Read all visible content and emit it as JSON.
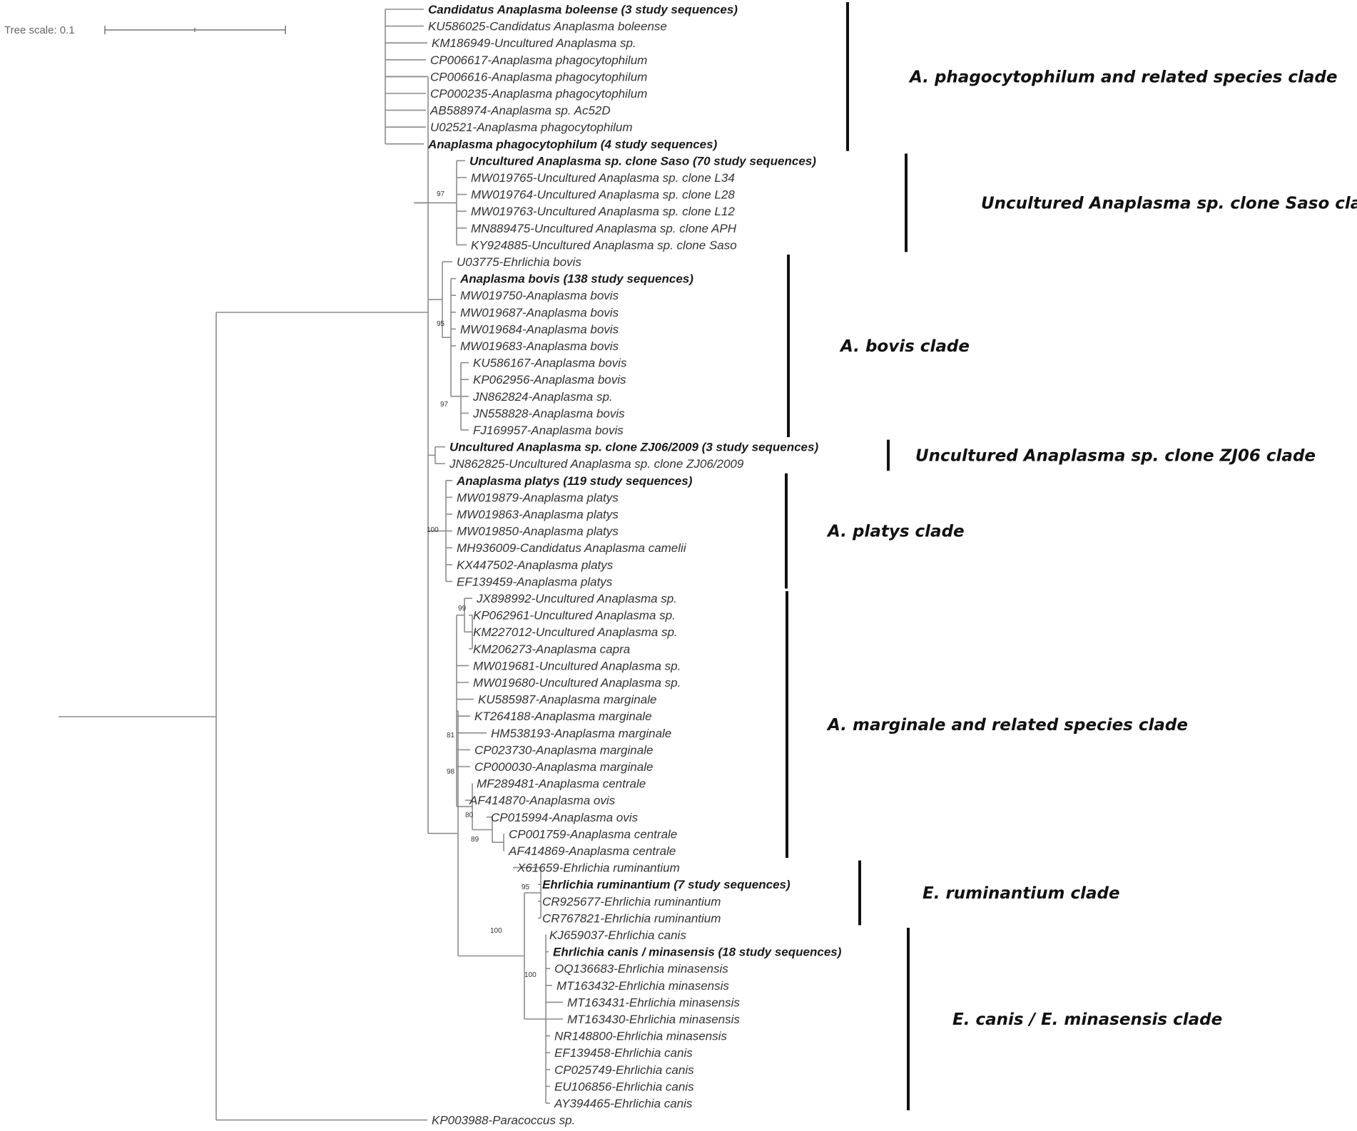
{
  "scale": {
    "label": "Tree scale: 0.1"
  },
  "leaves": [
    {
      "text": "Candidatus Anaplasma boleense (3 study sequences)",
      "bold": true
    },
    {
      "text": "KU586025-Candidatus Anaplasma boleense",
      "bold": false
    },
    {
      "text": "KM186949-Uncultured Anaplasma sp.",
      "bold": false
    },
    {
      "text": "CP006617-Anaplasma phagocytophilum",
      "bold": false
    },
    {
      "text": "CP006616-Anaplasma phagocytophilum",
      "bold": false
    },
    {
      "text": "CP000235-Anaplasma phagocytophilum",
      "bold": false
    },
    {
      "text": "AB588974-Anaplasma sp. Ac52D",
      "bold": false
    },
    {
      "text": "U02521-Anaplasma phagocytophilum",
      "bold": false
    },
    {
      "text": "Anaplasma phagocytophilum (4 study sequences)",
      "bold": true
    },
    {
      "text": "Uncultured Anaplasma sp. clone Saso (70 study sequences)",
      "bold": true
    },
    {
      "text": "MW019765-Uncultured Anaplasma sp. clone L34",
      "bold": false
    },
    {
      "text": "MW019764-Uncultured Anaplasma sp. clone L28",
      "bold": false
    },
    {
      "text": "MW019763-Uncultured Anaplasma sp. clone L12",
      "bold": false
    },
    {
      "text": "MN889475-Uncultured Anaplasma sp. clone APH",
      "bold": false
    },
    {
      "text": "KY924885-Uncultured Anaplasma sp. clone Saso",
      "bold": false
    },
    {
      "text": "U03775-Ehrlichia bovis",
      "bold": false
    },
    {
      "text": "Anaplasma bovis (138 study sequences)",
      "bold": true
    },
    {
      "text": "MW019750-Anaplasma bovis",
      "bold": false
    },
    {
      "text": "MW019687-Anaplasma bovis",
      "bold": false
    },
    {
      "text": "MW019684-Anaplasma bovis",
      "bold": false
    },
    {
      "text": "MW019683-Anaplasma bovis",
      "bold": false
    },
    {
      "text": "KU586167-Anaplasma bovis",
      "bold": false
    },
    {
      "text": "KP062956-Anaplasma bovis",
      "bold": false
    },
    {
      "text": "JN862824-Anaplasma sp.",
      "bold": false
    },
    {
      "text": "JN558828-Anaplasma bovis",
      "bold": false
    },
    {
      "text": "FJ169957-Anaplasma bovis",
      "bold": false
    },
    {
      "text": "Uncultured Anaplasma sp. clone ZJ06/2009 (3 study sequences)",
      "bold": true
    },
    {
      "text": "JN862825-Uncultured Anaplasma sp. clone ZJ06/2009",
      "bold": false
    },
    {
      "text": "Anaplasma platys (119 study sequences)",
      "bold": true
    },
    {
      "text": "MW019879-Anaplasma platys",
      "bold": false
    },
    {
      "text": "MW019863-Anaplasma platys",
      "bold": false
    },
    {
      "text": "MW019850-Anaplasma platys",
      "bold": false
    },
    {
      "text": "MH936009-Candidatus Anaplasma camelii",
      "bold": false
    },
    {
      "text": "KX447502-Anaplasma platys",
      "bold": false
    },
    {
      "text": "EF139459-Anaplasma platys",
      "bold": false
    },
    {
      "text": "JX898992-Uncultured Anaplasma sp.",
      "bold": false
    },
    {
      "text": "KP062961-Uncultured Anaplasma sp.",
      "bold": false
    },
    {
      "text": "KM227012-Uncultured Anaplasma sp.",
      "bold": false
    },
    {
      "text": "KM206273-Anaplasma capra",
      "bold": false
    },
    {
      "text": "MW019681-Uncultured Anaplasma sp.",
      "bold": false
    },
    {
      "text": "MW019680-Uncultured Anaplasma sp.",
      "bold": false
    },
    {
      "text": "KU585987-Anaplasma marginale",
      "bold": false
    },
    {
      "text": "KT264188-Anaplasma marginale",
      "bold": false
    },
    {
      "text": "HM538193-Anaplasma marginale",
      "bold": false
    },
    {
      "text": "CP023730-Anaplasma marginale",
      "bold": false
    },
    {
      "text": "CP000030-Anaplasma marginale",
      "bold": false
    },
    {
      "text": "MF289481-Anaplasma centrale",
      "bold": false
    },
    {
      "text": "AF414870-Anaplasma ovis",
      "bold": false
    },
    {
      "text": "CP015994-Anaplasma ovis",
      "bold": false
    },
    {
      "text": "CP001759-Anaplasma centrale",
      "bold": false
    },
    {
      "text": "AF414869-Anaplasma centrale",
      "bold": false
    },
    {
      "text": "X61659-Ehrlichia ruminantium",
      "bold": false
    },
    {
      "text": "Ehrlichia ruminantium (7 study sequences)",
      "bold": true
    },
    {
      "text": "CR925677-Ehrlichia ruminantium",
      "bold": false
    },
    {
      "text": "CR767821-Ehrlichia ruminantium",
      "bold": false
    },
    {
      "text": "KJ659037-Ehrlichia canis",
      "bold": false
    },
    {
      "text": "Ehrlichia canis / minasensis (18 study sequences)",
      "bold": true
    },
    {
      "text": "OQ136683-Ehrlichia minasensis",
      "bold": false
    },
    {
      "text": "MT163432-Ehrlichia minasensis",
      "bold": false
    },
    {
      "text": "MT163431-Ehrlichia minasensis",
      "bold": false
    },
    {
      "text": "MT163430-Ehrlichia minasensis",
      "bold": false
    },
    {
      "text": "NR148800-Ehrlichia minasensis",
      "bold": false
    },
    {
      "text": "EF139458-Ehrlichia canis",
      "bold": false
    },
    {
      "text": "CP025749-Ehrlichia canis",
      "bold": false
    },
    {
      "text": "EU106856-Ehrlichia canis",
      "bold": false
    },
    {
      "text": "AY394465-Ehrlichia canis",
      "bold": false
    },
    {
      "text": "KP003988-Paracoccus sp.",
      "bold": false
    }
  ],
  "support_values": [
    "97",
    "95",
    "97",
    "100",
    "99",
    "81",
    "98",
    "80",
    "89",
    "95",
    "100",
    "100"
  ],
  "clades": [
    {
      "label": "A. phagocytophilum and related species clade"
    },
    {
      "label": "Uncultured Anaplasma sp. clone Saso clade"
    },
    {
      "label": "A. bovis clade"
    },
    {
      "label": "Uncultured Anaplasma sp. clone ZJ06 clade"
    },
    {
      "label": "A. platys clade"
    },
    {
      "label": "A. marginale and related species clade"
    },
    {
      "label": "E. ruminantium clade"
    },
    {
      "label": "E. canis / E. minasensis clade"
    }
  ]
}
